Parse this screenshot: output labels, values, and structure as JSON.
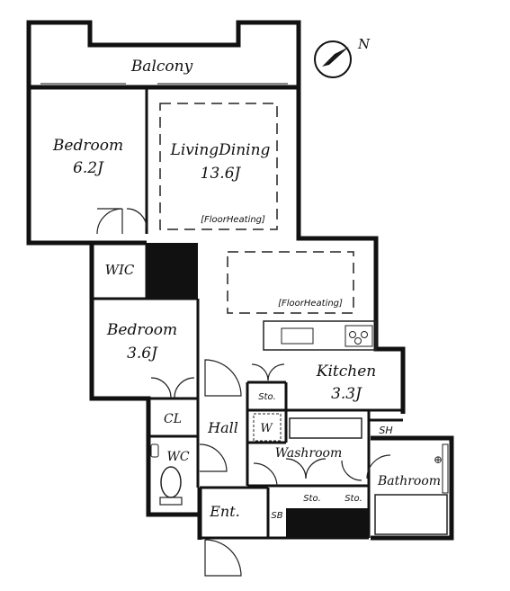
{
  "compass": {
    "north_label": "N"
  },
  "rooms": {
    "balcony": "Balcony",
    "bedroom1": {
      "name": "Bedroom",
      "size": "6.2J"
    },
    "living": {
      "name": "LivingDining",
      "size": "13.6J",
      "floor_heating": "[FloorHeating]"
    },
    "kitchen_floor_heating": "[FloorHeating]",
    "wic": "WIC",
    "bedroom2": {
      "name": "Bedroom",
      "size": "3.6J"
    },
    "kitchen": {
      "name": "Kitchen",
      "size": "3.3J"
    },
    "sto1": "Sto.",
    "cl": "CL",
    "hall": "Hall",
    "w": "W",
    "sh": "SH",
    "wc": "WC",
    "washroom": "Washroom",
    "bathroom": "Bathroom",
    "sto2": "Sto.",
    "sto3": "Sto.",
    "ent": "Ent.",
    "sb": "SB"
  },
  "colors": {
    "wall": "#111111",
    "line": "#222222",
    "background": "#ffffff"
  }
}
